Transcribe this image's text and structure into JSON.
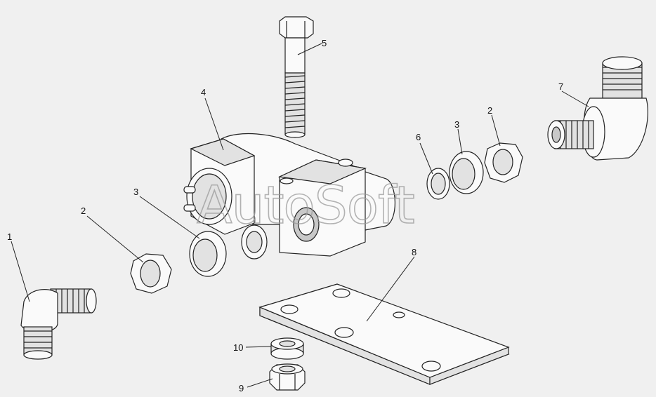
{
  "watermark": "AutoSoft",
  "callouts": {
    "c1": "1",
    "c2a": "2",
    "c2b": "2",
    "c3a": "3",
    "c3b": "3",
    "c4": "4",
    "c5": "5",
    "c6": "6",
    "c7": "7",
    "c8": "8",
    "c9": "9",
    "c10": "10"
  },
  "colors": {
    "background": "#f0f0f0",
    "line": "#222222"
  }
}
